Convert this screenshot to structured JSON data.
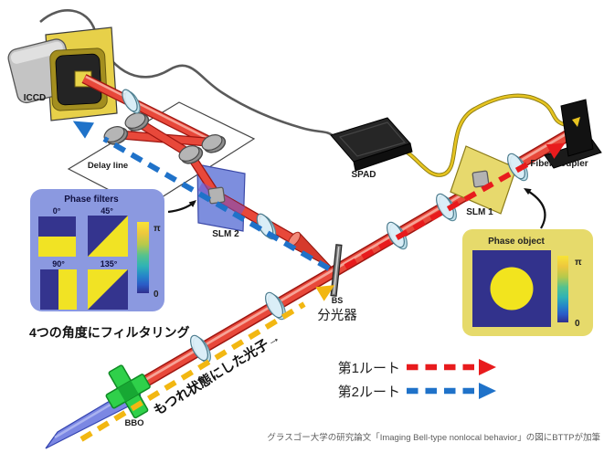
{
  "labels": {
    "iccd": "ICCD",
    "delay_line": "Delay line",
    "slm2": "SLM 2",
    "slm1": "SLM 1",
    "spad": "SPAD",
    "fiber_coupler": "Fiber coupler",
    "bs_abbr": "BS",
    "bs_jp": "分光器",
    "bbo": "BBO"
  },
  "annotations": {
    "entangled_photons": "もつれ状態にした光子→",
    "filter_note": "4つの角度にフィルタリング"
  },
  "phase_filters": {
    "title": "Phase filters",
    "angles": [
      "0°",
      "45°",
      "90°",
      "135°"
    ],
    "colorbar_top": "π",
    "colorbar_bottom": "0"
  },
  "phase_object": {
    "title": "Phase object",
    "colorbar_top": "π",
    "colorbar_bottom": "0"
  },
  "legend": {
    "route1": "第1ルート",
    "route2": "第2ルート"
  },
  "caption": {
    "text": "グラスゴー大学の研究論文「Imaging Bell-type nonlocal behavior」の図にBTTPが加筆"
  },
  "colors": {
    "route1_red": "#e81b1d",
    "route2_blue": "#1f72c9",
    "pump_route_yellow": "#f2b712",
    "beam_red": "#e8483a",
    "pump_beam_blue": "#7b87e3",
    "slm2_panel": "#7d8ede",
    "slm1_panel": "#e7d96d",
    "filter_navy": "#34348e",
    "filter_yellow": "#f1e324",
    "inset_blue": "#8b99e0",
    "inset_yellow": "#e6da6b"
  }
}
